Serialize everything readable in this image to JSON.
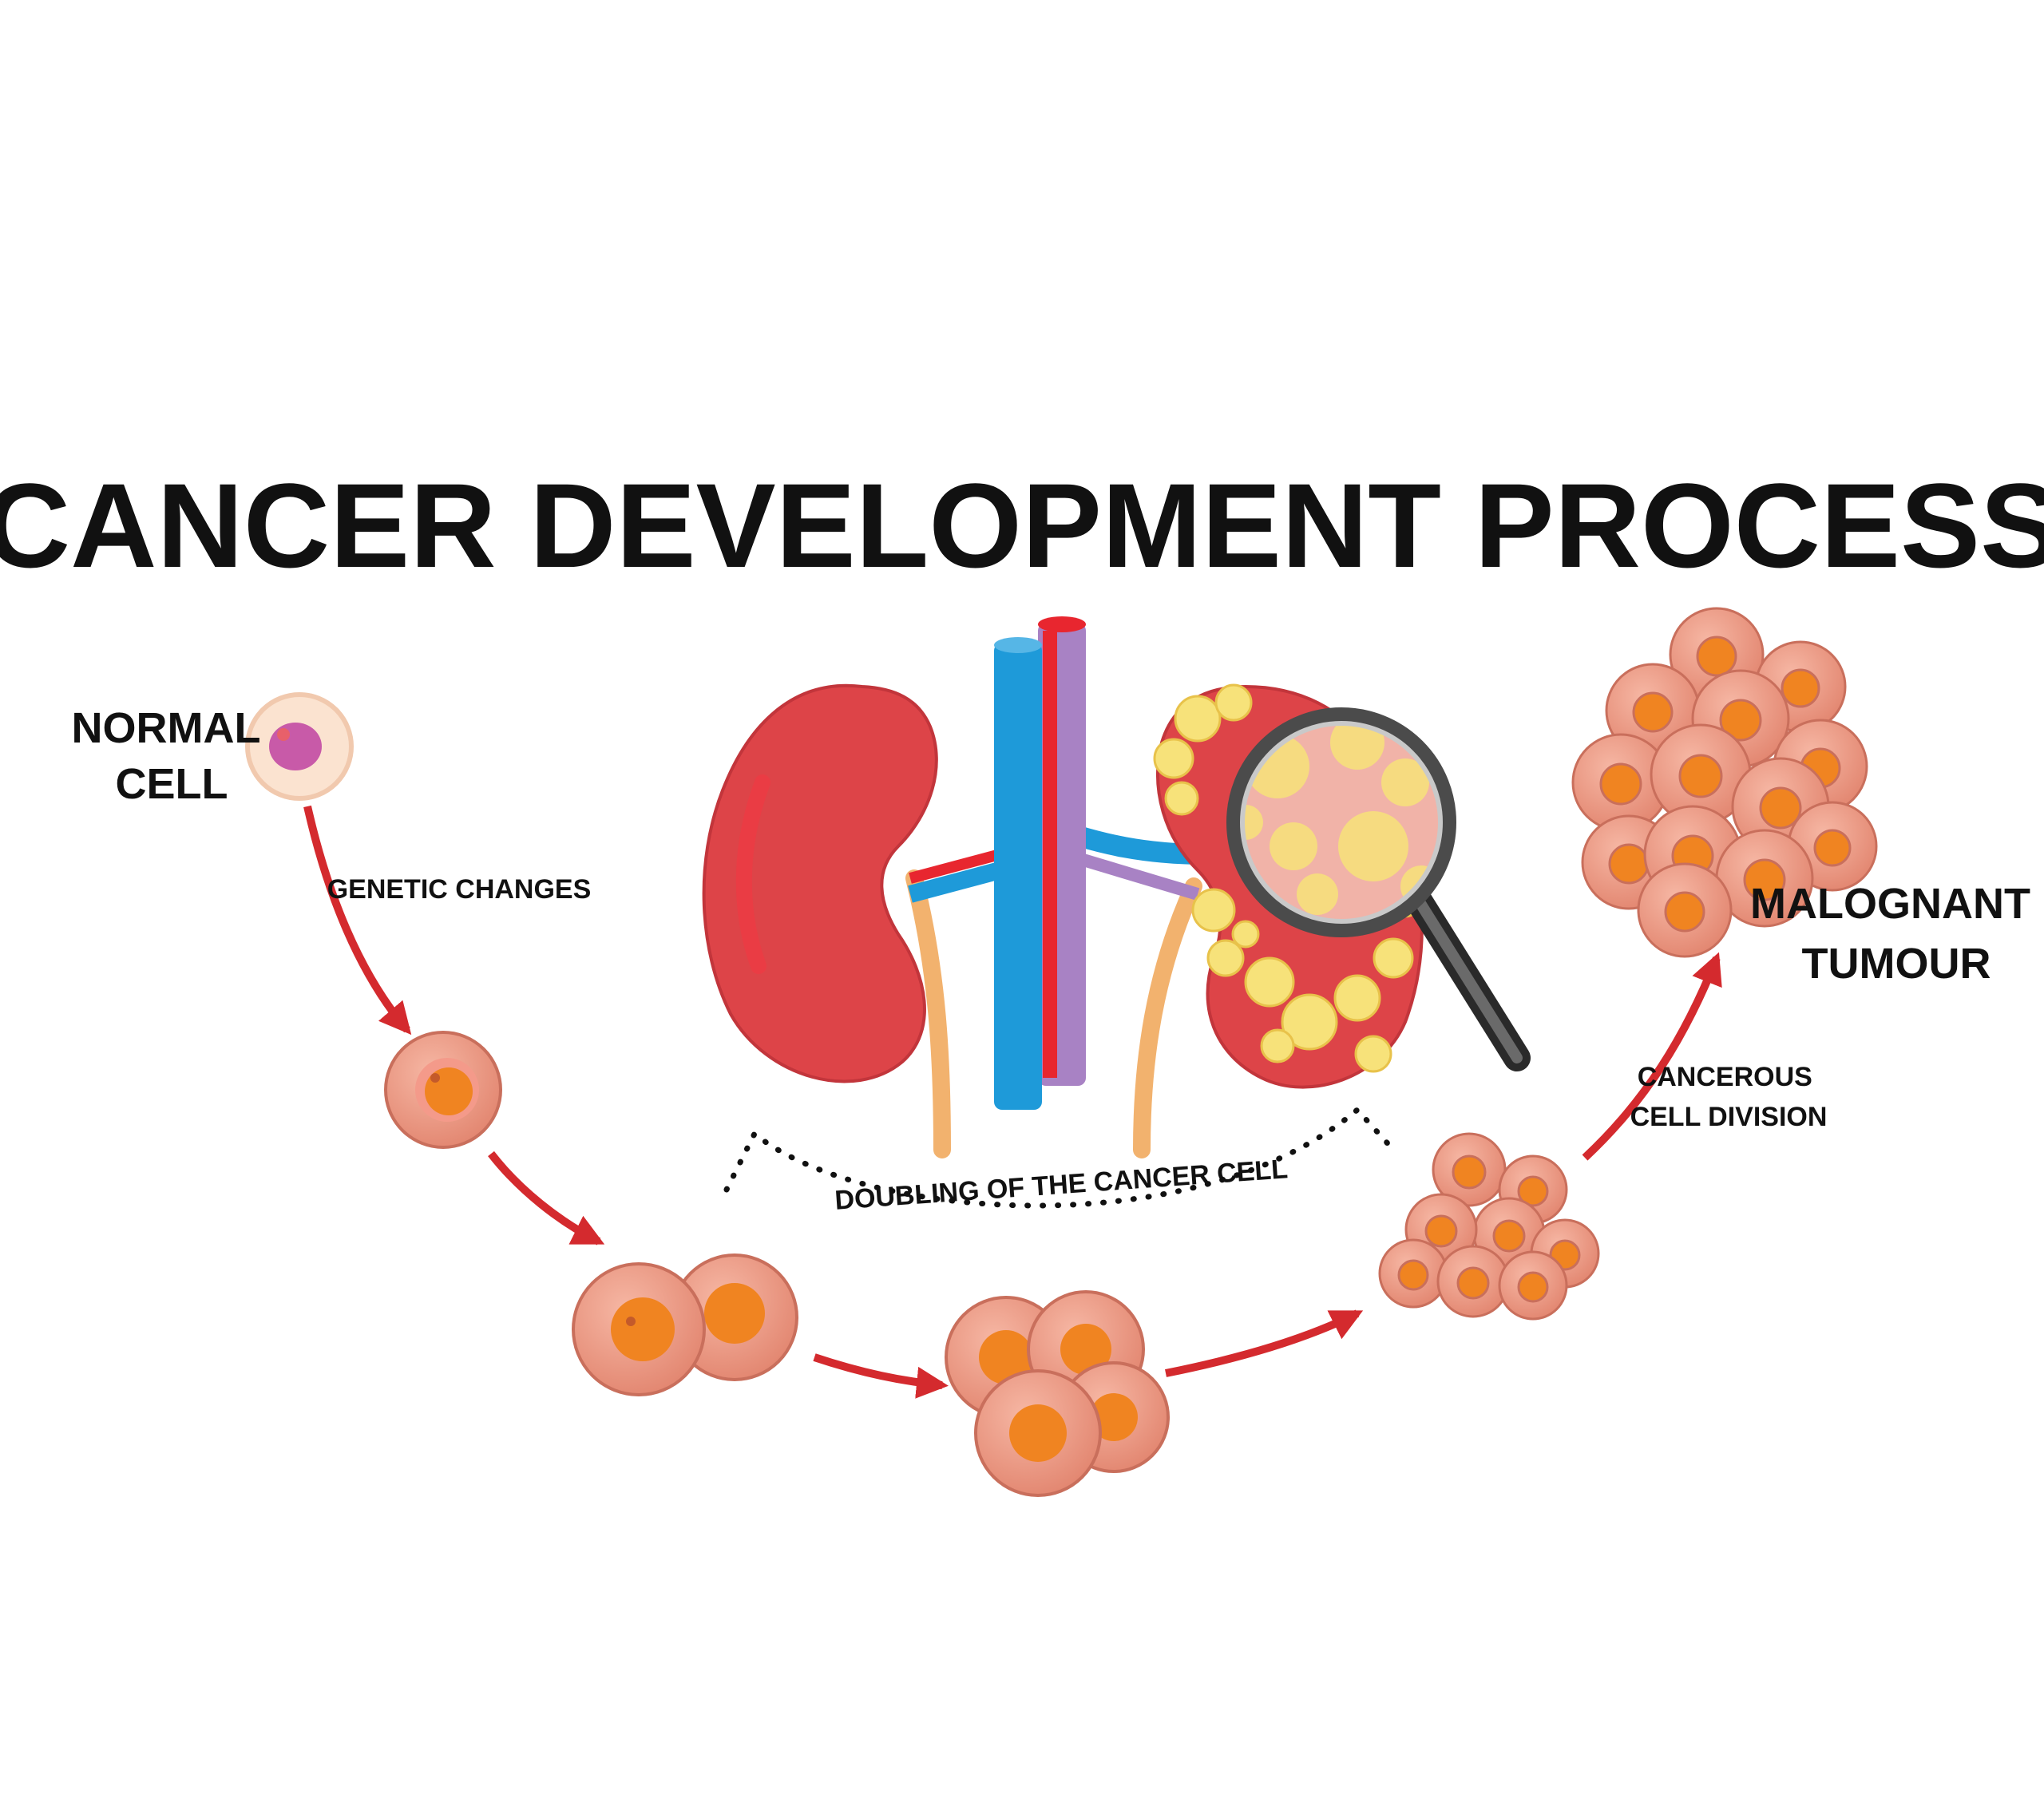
{
  "title": "CANCER DEVELOPMENT PROCESS",
  "labels": {
    "normal_cell": [
      "NORMAL",
      "CELL"
    ],
    "genetic_changes": "GENETIC CHANGES",
    "doubling": "DOUBLING OF THE CANCER CELL",
    "cancerous_division": [
      "CANCEROUS",
      "CELL DIVISION"
    ],
    "malignant_tumour": [
      "MALOGNANT",
      "TUMOUR"
    ]
  },
  "colors": {
    "kidney": "#dd4448",
    "kidney_highlight": "#ee3b44",
    "vein": "#1e9ad9",
    "artery": "#e8262f",
    "aorta_purple": "#a882c4",
    "ureter": "#f2b26e",
    "tumor_yellow": "#f7e27a",
    "cell_outer": "#e8957f",
    "cell_inner": "#f0a491",
    "nucleus": "#f08421",
    "arrow": "#d42a2e",
    "magnifier_rim": "#4b4b4b",
    "normal_cell": "#fbe3d0",
    "normal_nucleus": "#c85aa8"
  }
}
